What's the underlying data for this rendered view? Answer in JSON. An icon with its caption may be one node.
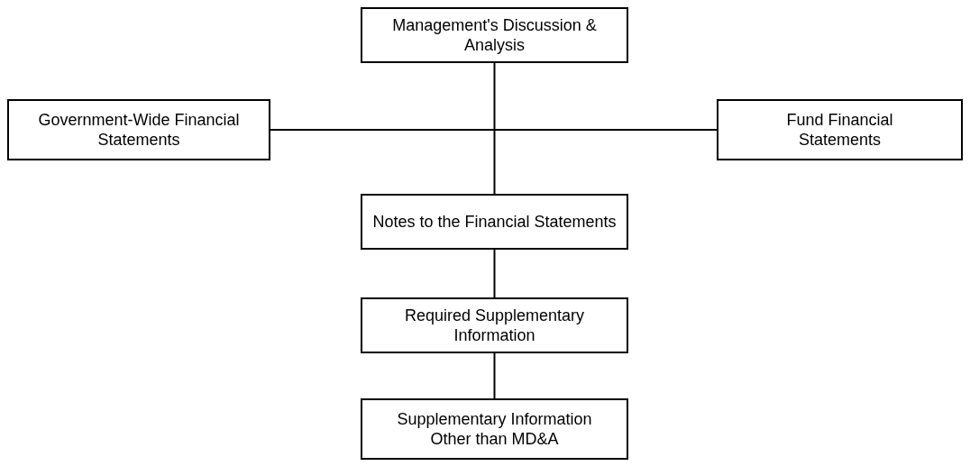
{
  "diagram": {
    "nodes": [
      {
        "text": [
          "Management's Discussion & Analysis"
        ]
      },
      {
        "text": [
          "Government-Wide Financial Statements"
        ]
      },
      {
        "text": [
          "Fund Financial Statements"
        ]
      },
      {
        "text": [
          "Notes to the Financial Statements"
        ]
      },
      {
        "text": [
          "Required Supplementary Information"
        ]
      },
      {
        "text": [
          "Supplementary Information Other than MD&A"
        ]
      }
    ],
    "edges": [
      {
        "from": 0,
        "to": 3,
        "arrow": "none"
      },
      {
        "from": 1,
        "to": 2,
        "arrow": "none"
      },
      {
        "from": 3,
        "to": 4,
        "arrow": "none"
      },
      {
        "from": 4,
        "to": 5,
        "arrow": "none"
      }
    ]
  }
}
